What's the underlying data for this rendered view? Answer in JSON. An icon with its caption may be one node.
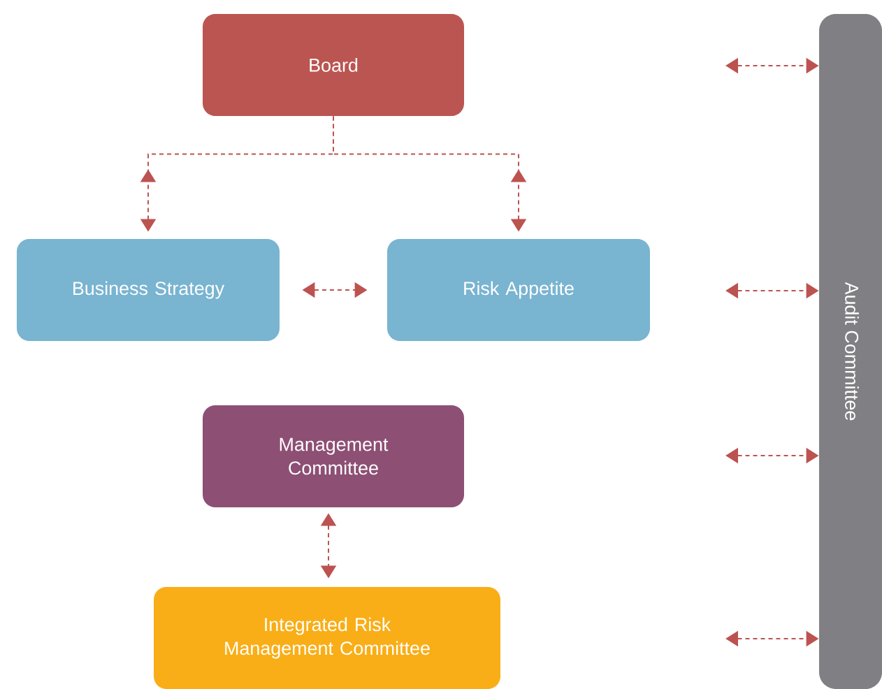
{
  "diagram": {
    "nodes": [
      {
        "text": [
          "Board"
        ]
      },
      {
        "text": [
          "Business Strategy"
        ]
      },
      {
        "text": [
          "Risk Appetite"
        ]
      },
      {
        "text": [
          "Management Committee"
        ]
      },
      {
        "text": [
          "Integrated Risk Management Committee"
        ]
      },
      {
        "text": [
          "Audit Committee"
        ]
      }
    ],
    "edges": [
      {
        "from": 0,
        "to": 1,
        "arrow": "to",
        "style": "dashed"
      },
      {
        "from": 0,
        "to": 2,
        "arrow": "to",
        "style": "dashed"
      },
      {
        "from": 1,
        "to": 2,
        "arrow": "both",
        "style": "dashed"
      },
      {
        "from": 3,
        "to": 4,
        "arrow": "both",
        "style": "dashed"
      },
      {
        "from": null,
        "to": 5,
        "arrow": "both",
        "style": "dashed"
      },
      {
        "from": null,
        "to": 5,
        "arrow": "both",
        "style": "dashed"
      },
      {
        "from": null,
        "to": 5,
        "arrow": "both",
        "style": "dashed"
      },
      {
        "from": null,
        "to": 5,
        "arrow": "both",
        "style": "dashed"
      }
    ]
  }
}
